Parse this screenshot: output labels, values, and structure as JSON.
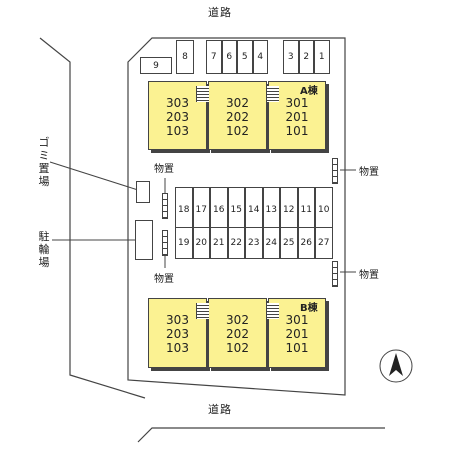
{
  "roads": {
    "north": "道路",
    "south": "道路"
  },
  "side_labels": {
    "garbage": "ゴミ置場",
    "bicycle": "駐輪場"
  },
  "storage_label": "物置",
  "buildings": [
    {
      "name": "A棟",
      "units": [
        "303\n203\n103",
        "302\n202\n102",
        "301\n201\n101"
      ]
    },
    {
      "name": "B棟",
      "units": [
        "303\n203\n103",
        "302\n202\n102",
        "301\n201\n101"
      ]
    }
  ],
  "parking": {
    "top_row_left": [
      "9"
    ],
    "top_row_mid": [
      "8"
    ],
    "top_row_group2": [
      "7",
      "6",
      "5",
      "4"
    ],
    "top_row_group3": [
      "3",
      "2",
      "1"
    ],
    "middle_row1": [
      "18",
      "17",
      "16",
      "15",
      "14",
      "13",
      "12",
      "11",
      "10"
    ],
    "middle_row2": [
      "19",
      "20",
      "21",
      "22",
      "23",
      "24",
      "25",
      "26",
      "27"
    ]
  },
  "compass": "north-arrow",
  "colors": {
    "unit_fill": "#fbf292",
    "line": "#444444"
  }
}
